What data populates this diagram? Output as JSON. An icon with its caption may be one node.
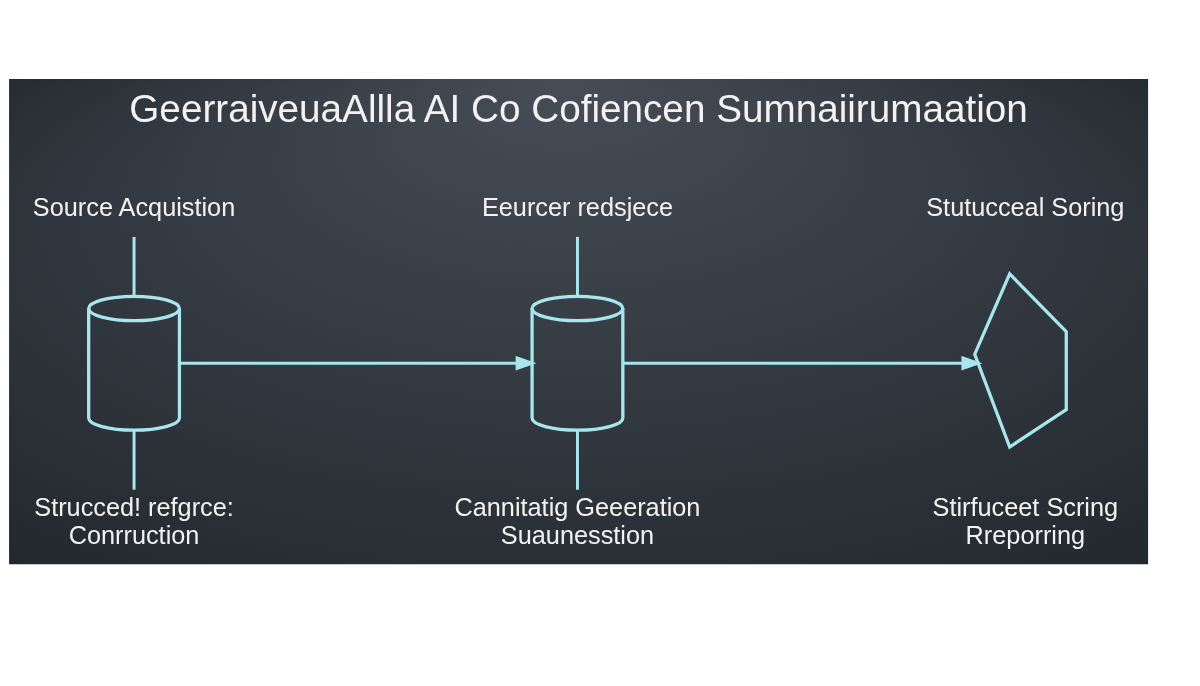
{
  "diagram": {
    "title": "GeerraiveuaAllla AI Co Cofiencen Sumnaiirumaation",
    "nodes": [
      {
        "text": [
          "Source Acquistion"
        ]
      },
      {
        "text": [],
        "shape": "cylinder"
      },
      {
        "text": [
          "Strucced! refgrce: Conrruction"
        ]
      },
      {
        "text": [
          "Eeurcer redsjece"
        ]
      },
      {
        "text": [],
        "shape": "cylinder"
      },
      {
        "text": [
          "Cannitatig Geeeration Suaunesstion"
        ]
      },
      {
        "text": [
          "Stutucceal Soring"
        ]
      },
      {
        "text": [],
        "shape": "picture"
      },
      {
        "text": [
          "Stirfuceet Scring Rreporring"
        ]
      }
    ],
    "edges": [
      {
        "from": 0,
        "to": 1,
        "arrow": "none"
      },
      {
        "from": 1,
        "to": 2,
        "arrow": "none"
      },
      {
        "from": 3,
        "to": 4,
        "arrow": "none"
      },
      {
        "from": 4,
        "to": 5,
        "arrow": "none"
      },
      {
        "from": 1,
        "to": 4,
        "arrow": "to"
      },
      {
        "from": 4,
        "to": 7,
        "arrow": "to"
      }
    ]
  }
}
